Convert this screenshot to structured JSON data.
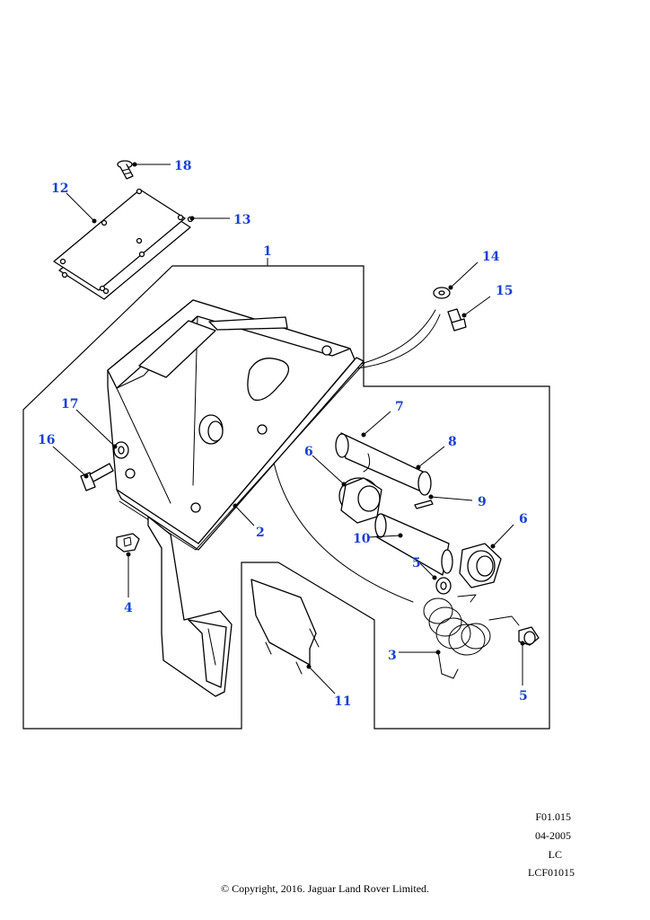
{
  "callouts": {
    "c1": "1",
    "c2": "2",
    "c3": "3",
    "c4": "4",
    "c5a": "5",
    "c5b": "5",
    "c6a": "6",
    "c6b": "6",
    "c7": "7",
    "c8": "8",
    "c9": "9",
    "c10": "10",
    "c11": "11",
    "c12": "12",
    "c13": "13",
    "c14": "14",
    "c15": "15",
    "c16": "16",
    "c17": "17",
    "c18": "18"
  },
  "meta": {
    "ref": "F01.015",
    "date": "04-2005",
    "model": "LC",
    "code": "LCF01015"
  },
  "copyright": "© Copyright, 2016. Jaguar Land Rover Limited.",
  "colors": {
    "callout": "#1a3fd6",
    "line": "#000000"
  }
}
